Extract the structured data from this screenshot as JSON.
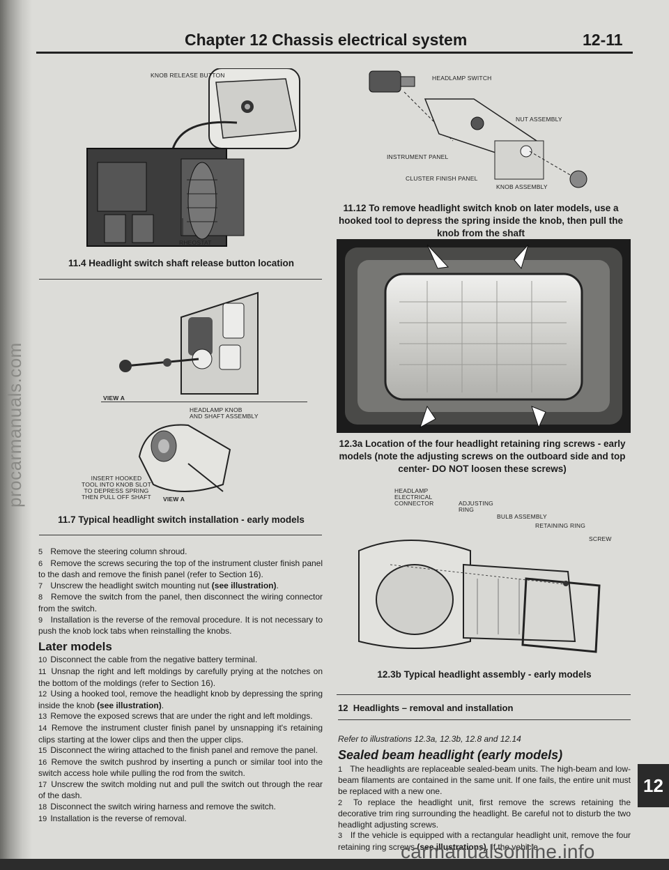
{
  "header": {
    "chapter_title": "Chapter 12 Chassis electrical system",
    "page_number": "12-11"
  },
  "watermarks": {
    "left_edge": "procarmanuals.com",
    "footer": "carmanualsonline.info"
  },
  "figures": {
    "fig_11_4": {
      "caption": "11.4 Headlight switch shaft release button location",
      "callouts": {
        "knob_release": "KNOB RELEASE BUTTON",
        "rheostat": "RHEOSTAT"
      }
    },
    "fig_11_7": {
      "caption": "11.7 Typical headlight switch installation - early models",
      "callouts": {
        "view_a_top": "VIEW A",
        "knob": "HEADLAMP KNOB\nAND SHAFT ASSEMBLY",
        "tool": "INSERT HOOKED\nTOOL INTO KNOB SLOT\nTO DEPRESS SPRING\nTHEN PULL OFF SHAFT",
        "view_a_bottom": "VIEW A"
      }
    },
    "fig_11_12": {
      "caption": "11.12 To remove headlight switch knob on later models, use a hooked tool to depress the spring inside the knob, then pull the knob from the shaft",
      "callouts": {
        "switch": "HEADLAMP SWITCH",
        "nut": "NUT ASSEMBLY",
        "panel": "INSTRUMENT PANEL",
        "cluster": "CLUSTER FINISH PANEL",
        "knob": "KNOB ASSEMBLY"
      }
    },
    "fig_12_3a": {
      "caption": "12.3a Location of the four headlight retaining ring screws - early models (note the adjusting screws on the outboard side and top center- DO NOT loosen these screws)"
    },
    "fig_12_3b": {
      "caption": "12.3b Typical headlight assembly - early models",
      "callouts": {
        "connector": "HEADLAMP\nELECTRICAL\nCONNECTOR",
        "adjusting": "ADJUSTING\nRING",
        "bulb": "BULB ASSEMBLY",
        "retaining": "RETAINING RING",
        "screw": "SCREW"
      }
    }
  },
  "left_column": {
    "steps_a": [
      {
        "n": "5",
        "text": "Remove the steering column shroud."
      },
      {
        "n": "6",
        "text": "Remove the screws securing the top of the instrument cluster finish panel to the dash and remove the finish panel (refer to Section 16)."
      },
      {
        "n": "7",
        "text": "Unscrew the headlight switch mounting nut ",
        "bold": "(see illustration)",
        "after": "."
      },
      {
        "n": "8",
        "text": "Remove the switch from the panel, then disconnect the wiring connector from the switch."
      },
      {
        "n": "9",
        "text": "Installation is the reverse of the removal procedure. It is not necessary to push the knob lock tabs when reinstalling the knobs."
      }
    ],
    "section_heading": "Later models",
    "steps_b": [
      {
        "n": "10",
        "text": "Disconnect the cable from the negative battery terminal."
      },
      {
        "n": "11",
        "text": "Unsnap the right and left moldings by carefully prying at the notches on the bottom of the moldings (refer to Section 16)."
      },
      {
        "n": "12",
        "text": "Using a hooked tool, remove the headlight knob by depressing the spring inside the knob ",
        "bold": "(see illustration)",
        "after": "."
      },
      {
        "n": "13",
        "text": "Remove the exposed screws that are under the right and left moldings."
      },
      {
        "n": "14",
        "text": "Remove the instrument cluster finish panel by unsnapping it's retaining clips starting at the lower clips and then the upper clips."
      },
      {
        "n": "15",
        "text": "Disconnect the wiring attached to the finish panel and remove the panel."
      },
      {
        "n": "16",
        "text": "Remove the switch pushrod by inserting a punch or similar tool into the switch access hole while pulling the rod from the switch."
      },
      {
        "n": "17",
        "text": "Unscrew the switch molding nut and pull the switch out through the rear of the dash."
      },
      {
        "n": "18",
        "text": "Disconnect the switch wiring harness and remove the switch."
      },
      {
        "n": "19",
        "text": "Installation is the reverse of removal."
      }
    ]
  },
  "right_column": {
    "section_number": "12",
    "section_title": "Headlights – removal and installation",
    "refer": "Refer to illustrations 12.3a, 12.3b, 12.8 and 12.14",
    "subsection": "Sealed beam headlight (early models)",
    "steps": [
      {
        "n": "1",
        "text": "The headlights are replaceable sealed-beam units. The high-beam and low-beam filaments are contained in the same unit. If one fails, the entire unit must be replaced with a new one."
      },
      {
        "n": "2",
        "text": "To replace the headlight unit, first remove the screws retaining the decorative trim ring surrounding the headlight. Be careful not to disturb the two headlight adjusting screws."
      },
      {
        "n": "3",
        "text": "If the vehicle is equipped with a rectangular headlight unit, remove the four retaining ring screws ",
        "bold": "(see illustrations)",
        "after": ". If the vehicle"
      }
    ]
  },
  "tab": {
    "label": "12"
  }
}
